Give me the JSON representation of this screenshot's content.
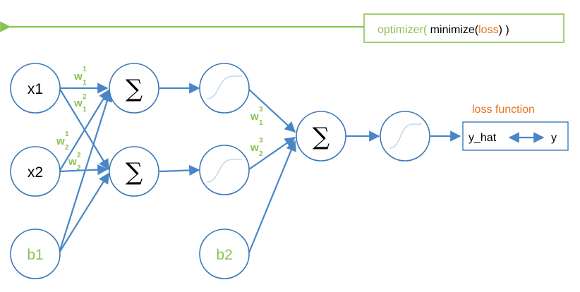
{
  "colors": {
    "edge": "#4a86c6",
    "node_border": "#3d7ab8",
    "accent_green": "#8cc152",
    "accent_orange": "#e8731e",
    "sigmoid_curve": "#c4d8ea",
    "text": "#000000"
  },
  "inputs": {
    "x1": "x1",
    "x2": "x2",
    "b1": "b1",
    "b2": "b2"
  },
  "sum_symbol": "∑",
  "weights": {
    "w": "w",
    "w11_sub": "1",
    "w11_sup": "1",
    "w12_sub": "1",
    "w12_sup": "2",
    "w21_sub": "2",
    "w21_sup": "1",
    "w22_sub": "2",
    "w22_sup": "2",
    "w31_sub": "1",
    "w31_sup": "3",
    "w32_sub": "2",
    "w32_sup": "3"
  },
  "optimizer": {
    "prefix": "optimizer(",
    "mid": " minimize(",
    "loss": "loss",
    "suffix": ") )"
  },
  "loss_function": {
    "title": "loss function",
    "y_hat": "y_hat",
    "arrow": "⟷",
    "y": "y"
  },
  "icons": [
    "sigmoid-icon",
    "summation-icon",
    "arrow-icon"
  ]
}
